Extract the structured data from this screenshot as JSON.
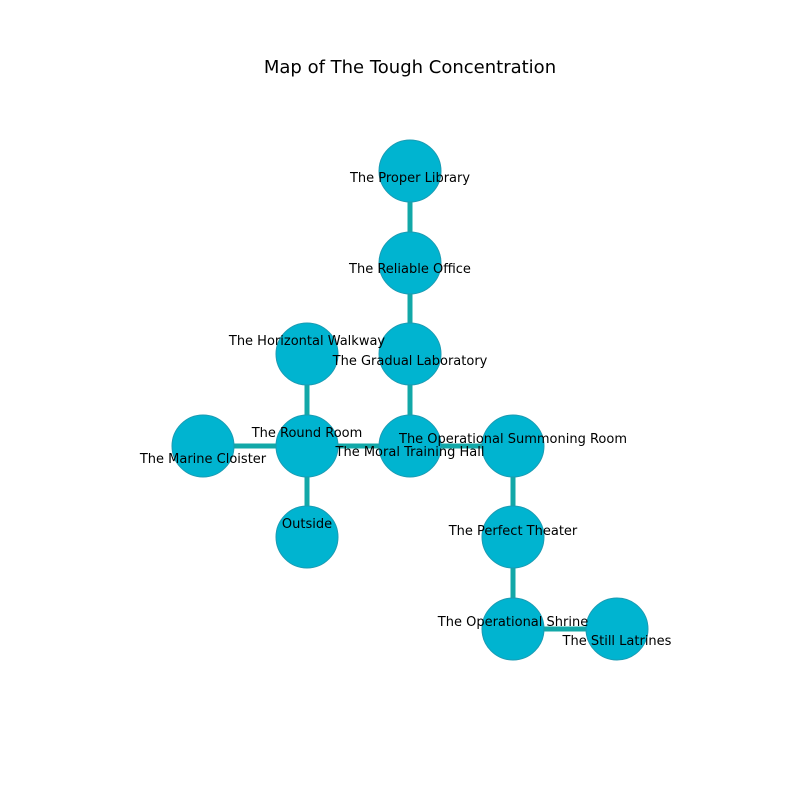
{
  "title": "Map of The Tough Concentration",
  "colors": {
    "node_fill": "#00b4d0",
    "edge": "#12a8a8"
  },
  "rooms": [
    {
      "id": "proper_library",
      "name": "The Proper Library"
    },
    {
      "id": "reliable_office",
      "name": "The Reliable Office"
    },
    {
      "id": "gradual_laboratory",
      "name": "The Gradual Laboratory"
    },
    {
      "id": "horizontal_walkway",
      "name": "The Horizontal Walkway"
    },
    {
      "id": "round_room",
      "name": "The Round Room"
    },
    {
      "id": "marine_cloister",
      "name": "The Marine Cloister"
    },
    {
      "id": "moral_training_hall",
      "name": "The Moral Training Hall"
    },
    {
      "id": "operational_summoning_room",
      "name": "The Operational Summoning Room"
    },
    {
      "id": "outside",
      "name": "Outside"
    },
    {
      "id": "perfect_theater",
      "name": "The Perfect Theater"
    },
    {
      "id": "operational_shrine",
      "name": "The Operational Shrine"
    },
    {
      "id": "still_latrines",
      "name": "The Still Latrines"
    }
  ],
  "connections": [
    [
      "proper_library",
      "reliable_office"
    ],
    [
      "reliable_office",
      "gradual_laboratory"
    ],
    [
      "gradual_laboratory",
      "moral_training_hall"
    ],
    [
      "horizontal_walkway",
      "round_room"
    ],
    [
      "marine_cloister",
      "round_room"
    ],
    [
      "round_room",
      "moral_training_hall"
    ],
    [
      "round_room",
      "outside"
    ],
    [
      "moral_training_hall",
      "operational_summoning_room"
    ],
    [
      "operational_summoning_room",
      "perfect_theater"
    ],
    [
      "perfect_theater",
      "operational_shrine"
    ],
    [
      "operational_shrine",
      "still_latrines"
    ]
  ]
}
